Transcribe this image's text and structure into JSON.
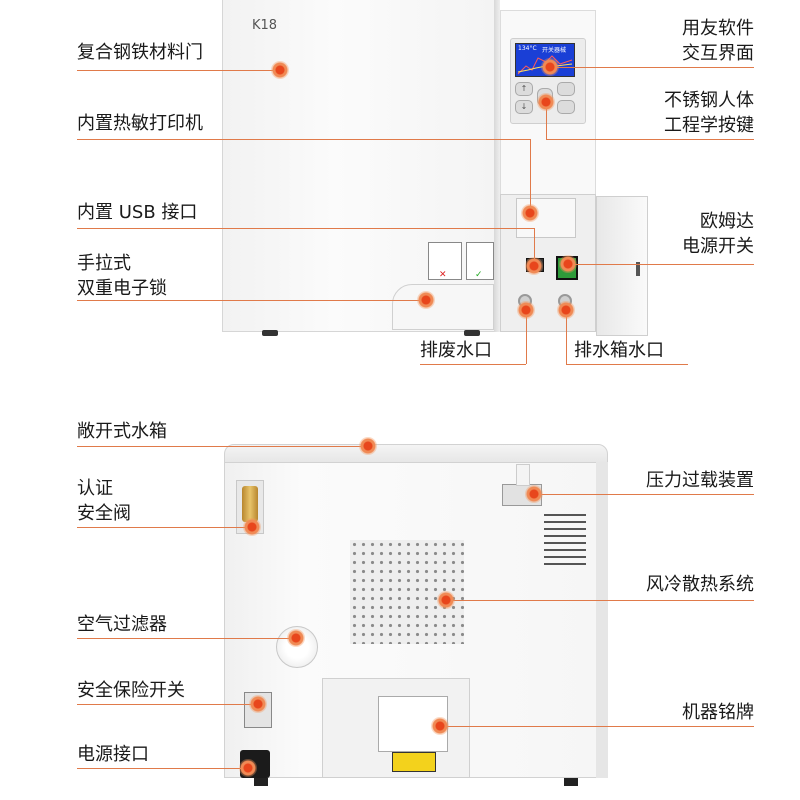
{
  "top": {
    "model_text": "K18",
    "screen_temp": "134°C",
    "screen_title": "开关器械",
    "labels": {
      "door": "复合钢铁材料门",
      "printer": "内置热敏打印机",
      "usb": "内置 USB 接口",
      "lock_line1": "手拉式",
      "lock_line2": "双重电子锁",
      "ui_line1": "用友软件",
      "ui_line2": "交互界面",
      "keys_line1": "不锈钢人体",
      "keys_line2": "工程学按键",
      "power_line1": "欧姆达",
      "power_line2": "电源开关",
      "drain": "排废水口",
      "tank_drain": "排水箱水口"
    }
  },
  "bottom": {
    "labels": {
      "open_tank": "敞开式水箱",
      "valve_line1": "认证",
      "valve_line2": "安全阀",
      "air_filter": "空气过滤器",
      "fuse": "安全保险开关",
      "power_socket": "电源接口",
      "overload": "压力过载装置",
      "cooling": "风冷散热系统",
      "nameplate": "机器铭牌"
    }
  },
  "colors": {
    "accent": "#e8461c",
    "leader_line": "#e07a4a",
    "screen_blue": "#1a3fd6",
    "power_switch_green": "#2e9b3a",
    "warning_yellow": "#f3d21c"
  }
}
